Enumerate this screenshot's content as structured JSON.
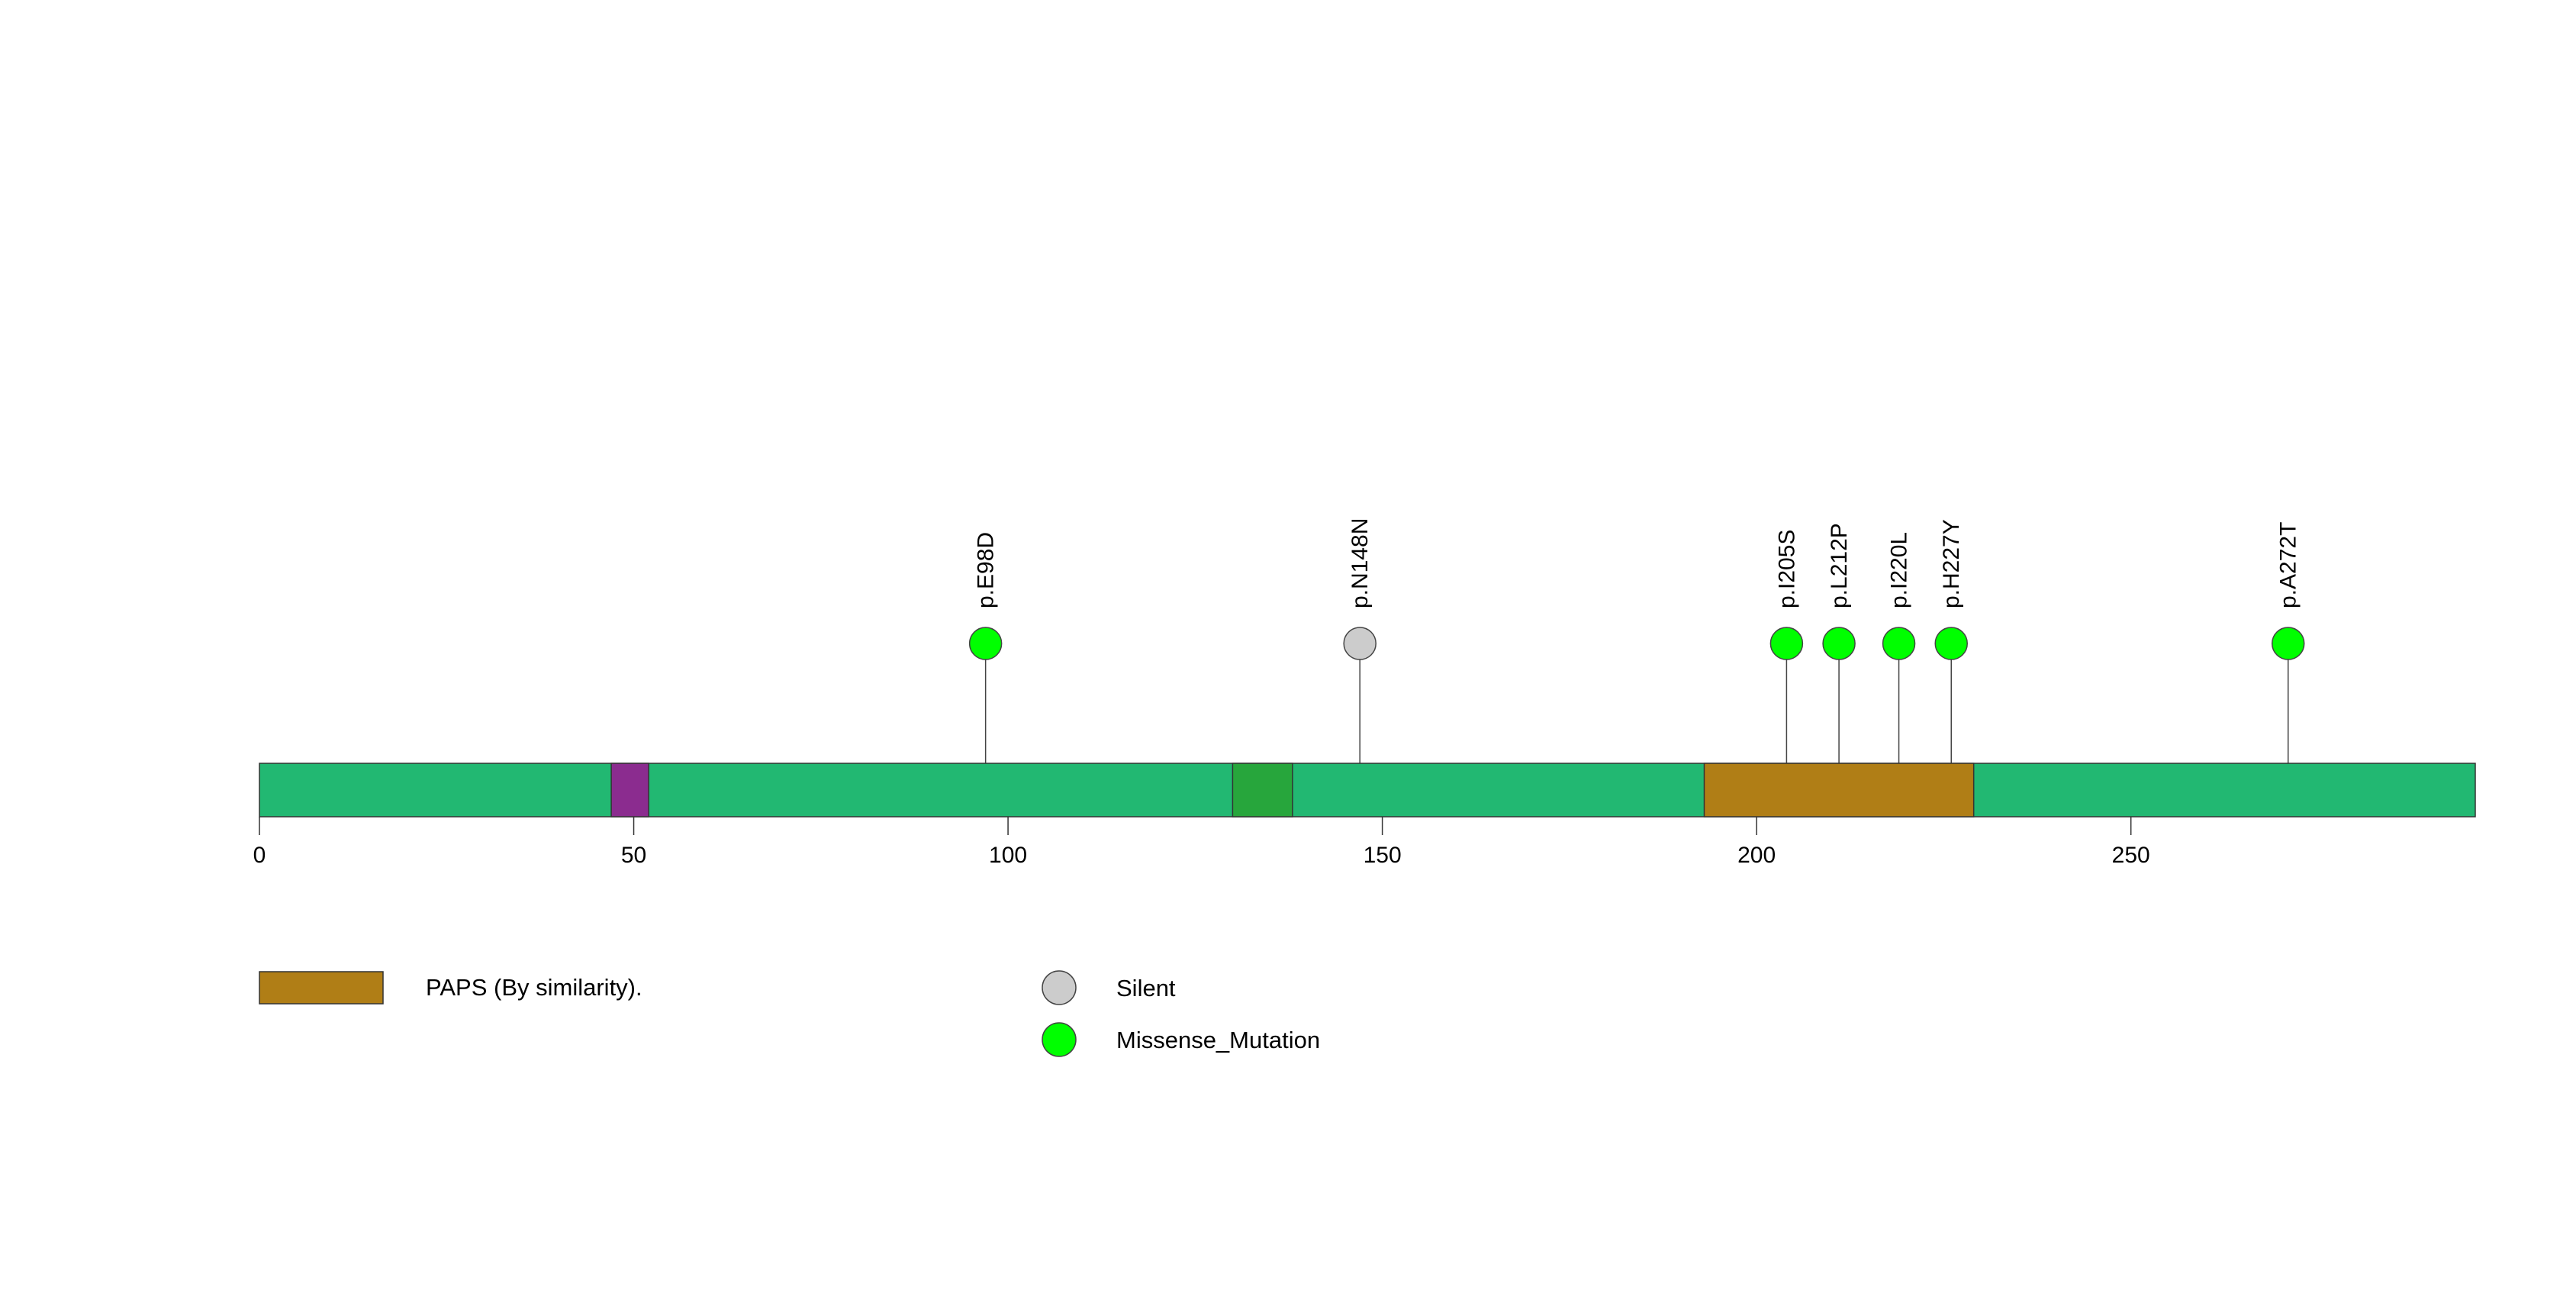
{
  "chart_data": {
    "type": "lollipop",
    "title": "",
    "xlabel": "",
    "ylabel": "",
    "protein_length": 296,
    "xlim": [
      0,
      296
    ],
    "ticks": [
      0,
      50,
      100,
      150,
      200,
      250
    ],
    "tick_labels": [
      "0",
      "50",
      "100",
      "150",
      "200",
      "250"
    ],
    "backbone_color": "#22B872",
    "domains": [
      {
        "start": 47,
        "end": 52,
        "color": "#8B2C8F",
        "label": ""
      },
      {
        "start": 130,
        "end": 138,
        "color": "#27A63C",
        "label": ""
      },
      {
        "start": 193,
        "end": 229,
        "color": "#B07E16",
        "label": "PAPS (By similarity)."
      }
    ],
    "mutations": [
      {
        "position": 97,
        "label": "p.E98D",
        "type": "Missense_Mutation"
      },
      {
        "position": 147,
        "label": "p.N148N",
        "type": "Silent"
      },
      {
        "position": 204,
        "label": "p.I205S",
        "type": "Missense_Mutation"
      },
      {
        "position": 211,
        "label": "p.L212P",
        "type": "Missense_Mutation"
      },
      {
        "position": 219,
        "label": "p.I220L",
        "type": "Missense_Mutation"
      },
      {
        "position": 226,
        "label": "p.H227Y",
        "type": "Missense_Mutation"
      },
      {
        "position": 271,
        "label": "p.A272T",
        "type": "Missense_Mutation"
      }
    ],
    "mutation_types": [
      {
        "name": "Silent",
        "color": "#CCCCCC"
      },
      {
        "name": "Missense_Mutation",
        "color": "#00FF00"
      }
    ],
    "legend": {
      "domain_entries": [
        {
          "label": "PAPS (By similarity).",
          "color": "#B07E16"
        }
      ],
      "mutation_entries": [
        {
          "label": "Silent",
          "color": "#CCCCCC"
        },
        {
          "label": "Missense_Mutation",
          "color": "#00FF00"
        }
      ]
    }
  }
}
